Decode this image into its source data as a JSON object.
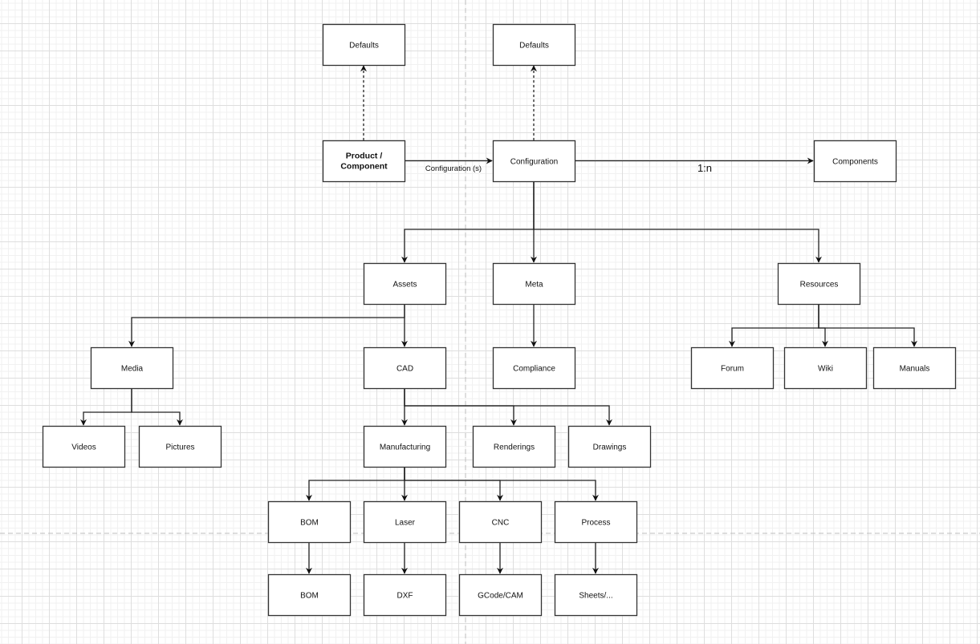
{
  "diagram": {
    "title": "Product configuration structure",
    "nodes": [
      {
        "id": "defaults1",
        "label": "Defaults"
      },
      {
        "id": "defaults2",
        "label": "Defaults"
      },
      {
        "id": "product",
        "label": "Product / Component",
        "lines": [
          "Product /",
          "Component"
        ],
        "bold": true
      },
      {
        "id": "configuration",
        "label": "Configuration"
      },
      {
        "id": "components",
        "label": "Components"
      },
      {
        "id": "assets",
        "label": "Assets"
      },
      {
        "id": "meta",
        "label": "Meta"
      },
      {
        "id": "resources",
        "label": "Resources"
      },
      {
        "id": "media",
        "label": "Media"
      },
      {
        "id": "cad",
        "label": "CAD"
      },
      {
        "id": "compliance",
        "label": "Compliance"
      },
      {
        "id": "forum",
        "label": "Forum"
      },
      {
        "id": "wiki",
        "label": "Wiki"
      },
      {
        "id": "manuals",
        "label": "Manuals"
      },
      {
        "id": "videos",
        "label": "Videos"
      },
      {
        "id": "pictures",
        "label": "Pictures"
      },
      {
        "id": "manufacturing",
        "label": "Manufacturing"
      },
      {
        "id": "renderings",
        "label": "Renderings"
      },
      {
        "id": "drawings",
        "label": "Drawings"
      },
      {
        "id": "bom1",
        "label": "BOM"
      },
      {
        "id": "laser",
        "label": "Laser"
      },
      {
        "id": "cnc",
        "label": "CNC"
      },
      {
        "id": "process",
        "label": "Process"
      },
      {
        "id": "bom2",
        "label": "BOM"
      },
      {
        "id": "dxf",
        "label": "DXF"
      },
      {
        "id": "gcode",
        "label": "GCode/CAM"
      },
      {
        "id": "sheets",
        "label": "Sheets/..."
      }
    ],
    "edges": [
      {
        "from": "product",
        "to": "defaults1",
        "style": "dashed"
      },
      {
        "from": "configuration",
        "to": "defaults2",
        "style": "dashed"
      },
      {
        "from": "product",
        "to": "configuration",
        "label": "Configuration (s)"
      },
      {
        "from": "configuration",
        "to": "components",
        "label": "1:n"
      },
      {
        "from": "configuration",
        "to": "assets"
      },
      {
        "from": "configuration",
        "to": "meta"
      },
      {
        "from": "configuration",
        "to": "resources"
      },
      {
        "from": "assets",
        "to": "media"
      },
      {
        "from": "assets",
        "to": "cad"
      },
      {
        "from": "meta",
        "to": "compliance"
      },
      {
        "from": "resources",
        "to": "forum"
      },
      {
        "from": "resources",
        "to": "wiki"
      },
      {
        "from": "resources",
        "to": "manuals"
      },
      {
        "from": "media",
        "to": "videos"
      },
      {
        "from": "media",
        "to": "pictures"
      },
      {
        "from": "cad",
        "to": "manufacturing"
      },
      {
        "from": "cad",
        "to": "renderings"
      },
      {
        "from": "cad",
        "to": "drawings"
      },
      {
        "from": "manufacturing",
        "to": "bom1"
      },
      {
        "from": "manufacturing",
        "to": "laser"
      },
      {
        "from": "manufacturing",
        "to": "cnc"
      },
      {
        "from": "manufacturing",
        "to": "process"
      },
      {
        "from": "bom1",
        "to": "bom2"
      },
      {
        "from": "laser",
        "to": "dxf"
      },
      {
        "from": "cnc",
        "to": "gcode"
      },
      {
        "from": "process",
        "to": "sheets"
      }
    ]
  }
}
